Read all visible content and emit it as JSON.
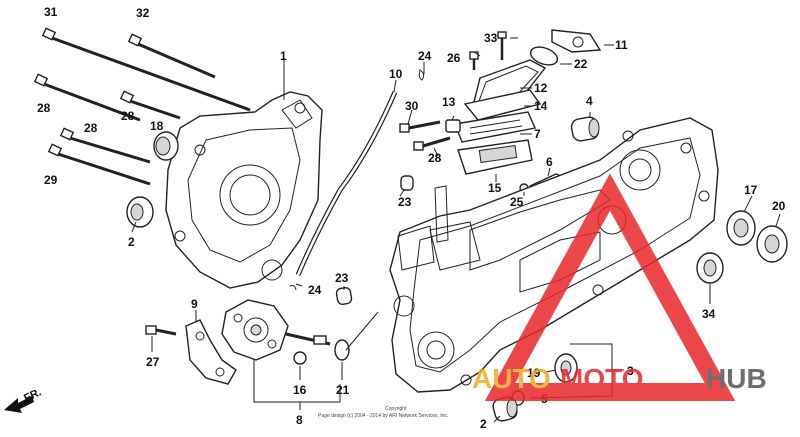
{
  "diagram": {
    "callouts": [
      "31",
      "32",
      "1",
      "24",
      "10",
      "33",
      "26",
      "11",
      "22",
      "28",
      "28",
      "18",
      "28",
      "29",
      "2",
      "30",
      "13",
      "12",
      "14",
      "4",
      "7",
      "28",
      "15",
      "6",
      "23",
      "25",
      "17",
      "20",
      "23",
      "24",
      "9",
      "27",
      "16",
      "21",
      "8",
      "34",
      "19",
      "3",
      "5",
      "2"
    ],
    "watermark": {
      "part1": "AUTO",
      "part2": "MOTO",
      "part3": "HUB",
      "color_primary": "#e8282b",
      "color_secondary": "#f5a623",
      "color_dark": "#555555"
    },
    "copyright": {
      "line1": "Copyright",
      "line2": "Page design (c) 2004 - 2014 by ARI Network Services, Inc."
    },
    "direction_label": "FR."
  }
}
